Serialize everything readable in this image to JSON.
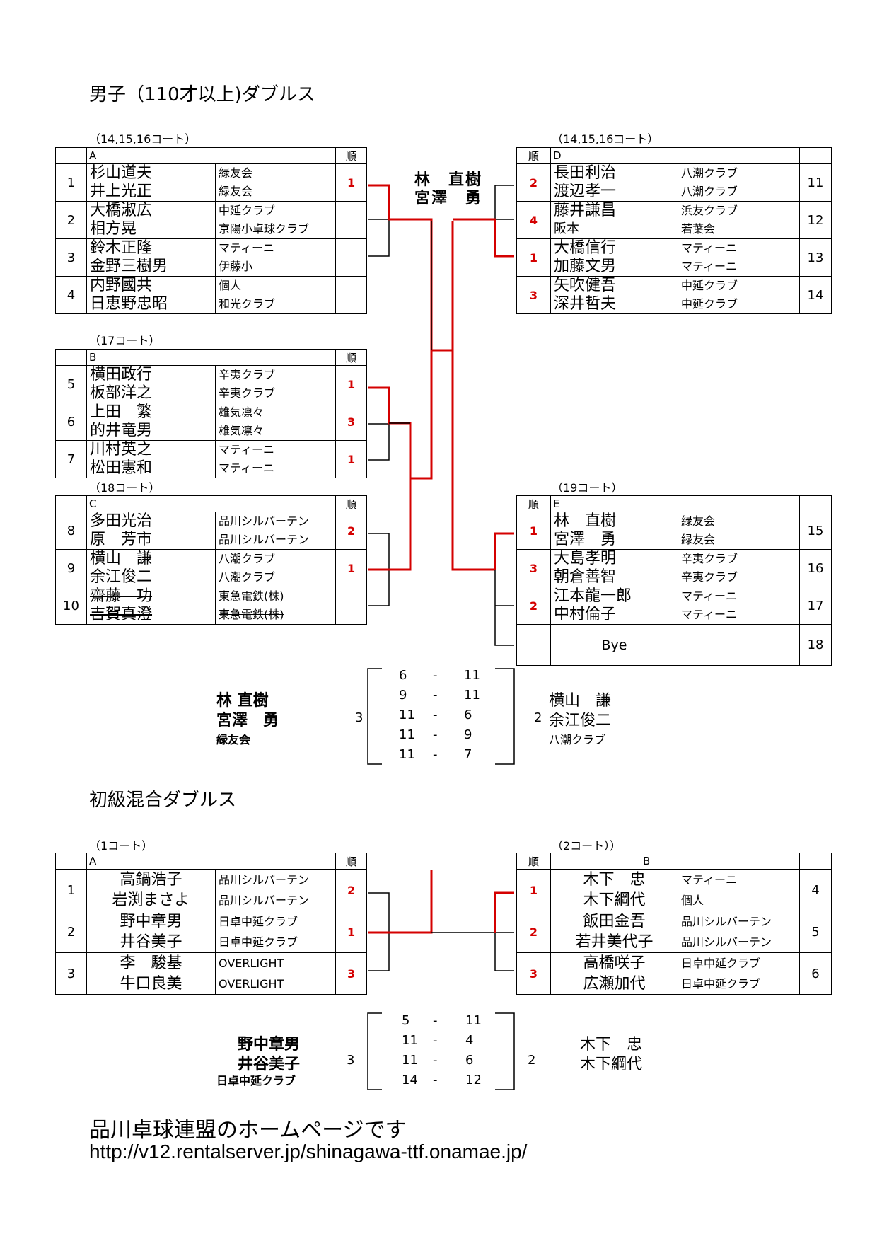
{
  "section1": {
    "title": "男子（110才以上)ダブルス",
    "rank_header": "順",
    "groups": {
      "A": {
        "court": "（14,15,16コート）",
        "label": "A",
        "rows": [
          {
            "no": "1",
            "p1": "杉山道夫",
            "p2": "井上光正",
            "c1": "緑友会",
            "c2": "緑友会",
            "rank": "1"
          },
          {
            "no": "2",
            "p1": "大橋淑広",
            "p2": "相方晃",
            "c1": "中延クラブ",
            "c2": "京陽小卓球クラブ",
            "rank": ""
          },
          {
            "no": "3",
            "p1": "鈴木正隆",
            "p2": "金野三樹男",
            "c1": "マティーニ",
            "c2": "伊藤小",
            "rank": ""
          },
          {
            "no": "4",
            "p1": "内野國共",
            "p2": "日恵野忠昭",
            "c1": "個人",
            "c2": "和光クラブ",
            "rank": ""
          }
        ]
      },
      "B": {
        "court": "（17コート）",
        "label": "B",
        "rows": [
          {
            "no": "5",
            "p1": "横田政行",
            "p2": "板部洋之",
            "c1": "辛夷クラブ",
            "c2": "辛夷クラブ",
            "rank": "1"
          },
          {
            "no": "6",
            "p1": "上田　繁",
            "p2": "的井竜男",
            "c1": "雄気凛々",
            "c2": "雄気凛々",
            "rank": "3"
          },
          {
            "no": "7",
            "p1": "川村英之",
            "p2": "松田憲和",
            "c1": "マティーニ",
            "c2": "マティーニ",
            "rank": "1"
          }
        ]
      },
      "C": {
        "court": "（18コート）",
        "label": "C",
        "rows": [
          {
            "no": "8",
            "p1": "多田光治",
            "p2": "原　芳市",
            "c1": "品川シルバーテン",
            "c2": "品川シルバーテン",
            "rank": "2"
          },
          {
            "no": "9",
            "p1": "横山　謙",
            "p2": "余江俊二",
            "c1": "八潮クラブ",
            "c2": "八潮クラブ",
            "rank": "1"
          },
          {
            "no": "10",
            "p1": "齋藤　功",
            "p2": "吉賀真澄",
            "c1": "東急電鉄(株)",
            "c2": "東急電鉄(株)",
            "rank": ""
          }
        ]
      },
      "D": {
        "court": "（14,15,16コート）",
        "label": "D",
        "rows": [
          {
            "no": "11",
            "p1": "長田利治",
            "p2": "渡辺孝一",
            "c1": "八潮クラブ",
            "c2": "八潮クラブ",
            "rank": "2"
          },
          {
            "no": "12",
            "p1": "藤井謙昌",
            "p2": "阪本",
            "c1": "浜友クラブ",
            "c2": "若葉会",
            "rank": "4"
          },
          {
            "no": "13",
            "p1": "大橋信行",
            "p2": "加藤文男",
            "c1": "マティーニ",
            "c2": "マティーニ",
            "rank": "1"
          },
          {
            "no": "14",
            "p1": "矢吹健吾",
            "p2": "深井哲夫",
            "c1": "中延クラブ",
            "c2": "中延クラブ",
            "rank": "3"
          }
        ]
      },
      "E": {
        "court": "（19コート）",
        "label": "E",
        "rows": [
          {
            "no": "15",
            "p1": "林　直樹",
            "p2": "宮澤　勇",
            "c1": "緑友会",
            "c2": "緑友会",
            "rank": "1"
          },
          {
            "no": "16",
            "p1": "大島孝明",
            "p2": "朝倉善智",
            "c1": "辛夷クラブ",
            "c2": "辛夷クラブ",
            "rank": "3"
          },
          {
            "no": "17",
            "p1": "江本龍一郎",
            "p2": "中村倫子",
            "c1": "マティーニ",
            "c2": "マティーニ",
            "rank": "2"
          },
          {
            "no": "18",
            "bye": "Bye"
          }
        ]
      }
    },
    "winner": {
      "p1": "林　直樹",
      "p2": "宮澤　勇"
    },
    "final": {
      "left": {
        "p1": "林 直樹",
        "p2": "宮澤　勇",
        "club": "緑友会",
        "sets": "3"
      },
      "right": {
        "p1": "横山　謙",
        "p2": "余江俊二",
        "club": "八潮クラブ",
        "sets": "2"
      },
      "games": [
        {
          "a": "6",
          "dash": "-",
          "b": "11"
        },
        {
          "a": "9",
          "dash": "-",
          "b": "11"
        },
        {
          "a": "11",
          "dash": "-",
          "b": "6"
        },
        {
          "a": "11",
          "dash": "-",
          "b": "9"
        },
        {
          "a": "11",
          "dash": "-",
          "b": "7"
        }
      ]
    }
  },
  "section2": {
    "title": "初級混合ダブルス",
    "rank_header": "順",
    "groups": {
      "A": {
        "court": "（1コート）",
        "label": "A",
        "rows": [
          {
            "no": "1",
            "p1": "高鍋浩子",
            "p2": "岩渕まさよ",
            "c1": "品川シルバーテン",
            "c2": "品川シルバーテン",
            "rank": "2"
          },
          {
            "no": "2",
            "p1": "野中章男",
            "p2": "井谷美子",
            "c1": "日卓中延クラブ",
            "c2": "日卓中延クラブ",
            "rank": "1"
          },
          {
            "no": "3",
            "p1": "李　駿基",
            "p2": "牛口良美",
            "c1": "OVERLIGHT",
            "c2": "OVERLIGHT",
            "rank": "3"
          }
        ]
      },
      "B": {
        "court": "（2コート））",
        "label": "B",
        "rows": [
          {
            "no": "4",
            "p1": "木下　忠",
            "p2": "木下綱代",
            "c1": "マティーニ",
            "c2": "個人",
            "rank": "1"
          },
          {
            "no": "5",
            "p1": "飯田金吾",
            "p2": "若井美代子",
            "c1": "品川シルバーテン",
            "c2": "品川シルバーテン",
            "rank": "2"
          },
          {
            "no": "6",
            "p1": "高橋咲子",
            "p2": "広瀬加代",
            "c1": "日卓中延クラブ",
            "c2": "日卓中延クラブ",
            "rank": "3"
          }
        ]
      }
    },
    "final": {
      "left": {
        "p1": "野中章男",
        "p2": "井谷美子",
        "club": "日卓中延クラブ",
        "sets": "3"
      },
      "right": {
        "p1": "木下　忠",
        "p2": "木下綱代",
        "sets": "2"
      },
      "games": [
        {
          "a": "5",
          "dash": "-",
          "b": "11"
        },
        {
          "a": "11",
          "dash": "-",
          "b": "4"
        },
        {
          "a": "11",
          "dash": "-",
          "b": "6"
        },
        {
          "a": "14",
          "dash": "-",
          "b": "12"
        }
      ]
    }
  },
  "footer": {
    "line1": "品川卓球連盟のホームページです",
    "line2": "http://v12.rentalserver.jp/shinagawa-ttf.onamae.jp/"
  },
  "colors": {
    "accent": "#d40000",
    "line": "#000000"
  }
}
